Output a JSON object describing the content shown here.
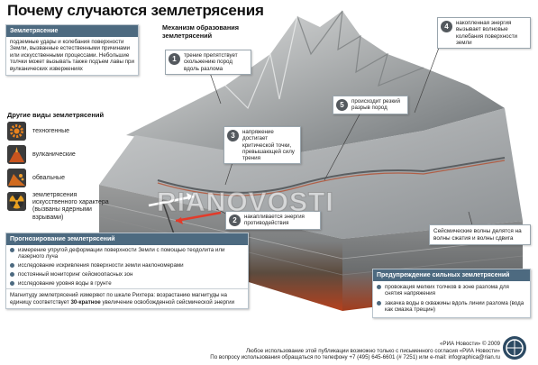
{
  "title": "Почему случаются землетрясения",
  "earthquake_section": {
    "heading": "Землетрясение",
    "text": "подземные удары и колебания поверхности Земли, вызванные естественными причинами или искусственными процессами. Небольшие толчки может вызывать также подъем лавы при вулканических извержениях"
  },
  "mechanism_title": "Механизм образования землетрясений",
  "other_types": {
    "heading": "Другие виды землетрясений",
    "items": [
      {
        "label": "техногенные",
        "icon": "gear-icon"
      },
      {
        "label": "вулканические",
        "icon": "volcano-icon"
      },
      {
        "label": "обвальные",
        "icon": "landslide-icon"
      },
      {
        "label": "землетрясения искусственного характера (вызваны ядерными взрывами)",
        "icon": "radiation-icon"
      }
    ]
  },
  "callouts": [
    {
      "num": "1",
      "text": "трение препятствует скольжению пород вдоль разлома"
    },
    {
      "num": "2",
      "text": "накапливается энергия противодействия"
    },
    {
      "num": "3",
      "text": "напряжение достигает критической точки, превышающей силу трения"
    },
    {
      "num": "4",
      "text": "накопленная энергия вызывает волновые колебания поверхности земли"
    },
    {
      "num": "5",
      "text": "происходит резкий разрыв пород"
    }
  ],
  "watermark": "RIANOVOSTI",
  "seismic_note": "Сейсмические волны делятся на волны сжатия и волны сдвига",
  "forecast": {
    "heading": "Прогнозирование землетрясений",
    "items": [
      "измерение упругой деформации поверхности Земли с помощью теодолита или лазерного луча",
      "исследование искривления поверхности земли наклономерами",
      "постоянный мониторинг сейсмоопасных зон",
      "исследование уровня воды в грунте"
    ],
    "note_pre": "Магнитуду землетрясений измеряют по шкале Рихтера: возрастанию магнитуды на единицу соответствует ",
    "note_bold": "30-кратное",
    "note_post": " увеличение освобожденной сейсмической энергии"
  },
  "warning": {
    "heading": "Предупреждение сильных землетрясений",
    "items": [
      "провокация мелких толчков в зоне разлома для снятия напряжения",
      "закачка воды в скважины вдоль линии разлома (вода как смазка трещин)"
    ]
  },
  "footer": {
    "line1": "«РИА Новости» © 2009",
    "line2": "Любое использование этой публикации возможно только с письменного согласия «РИА Новости»",
    "line3": "По вопросу использования обращаться по телефону +7 (495) 645-6601 (# 7251) или e-mail: infographica@rian.ru"
  },
  "colors": {
    "header": "#4d6a80",
    "callout_number": "#54595e",
    "rock_light": "#a9acae",
    "rock_dark": "#6d7275",
    "magma": "#b5411e"
  }
}
